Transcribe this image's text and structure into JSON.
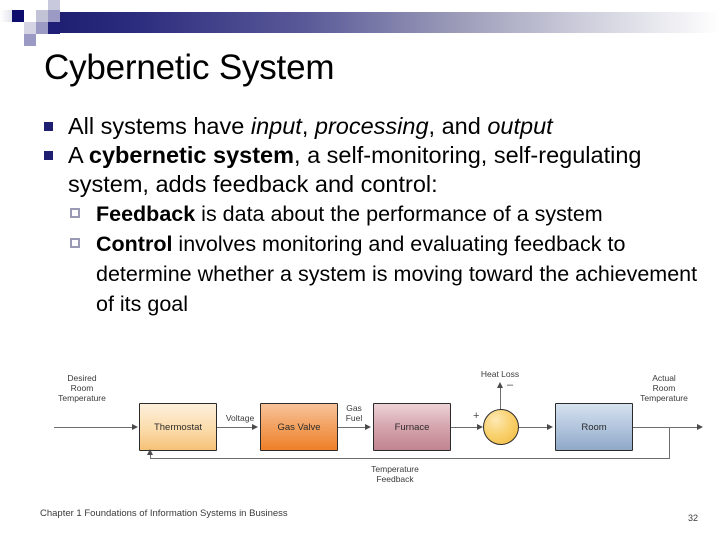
{
  "slide": {
    "title": "Cybernetic System",
    "accent_color": "#1f1f72",
    "bullets": [
      {
        "level": 1,
        "marker": "filled-square",
        "runs": [
          {
            "text": "All systems have ",
            "style": "normal"
          },
          {
            "text": "input",
            "style": "italic"
          },
          {
            "text": ", ",
            "style": "normal"
          },
          {
            "text": "processing",
            "style": "italic"
          },
          {
            "text": ", and ",
            "style": "normal"
          },
          {
            "text": "output",
            "style": "italic"
          }
        ]
      },
      {
        "level": 1,
        "marker": "filled-square",
        "runs": [
          {
            "text": "A ",
            "style": "normal"
          },
          {
            "text": "cybernetic system",
            "style": "bold"
          },
          {
            "text": ", a self-monitoring, self-regulating system, adds feedback and control:",
            "style": "normal"
          }
        ]
      },
      {
        "level": 2,
        "marker": "hollow-square",
        "runs": [
          {
            "text": "Feedback",
            "style": "bold"
          },
          {
            "text": " is data about the performance of a system",
            "style": "normal"
          }
        ]
      },
      {
        "level": 2,
        "marker": "hollow-square",
        "runs": [
          {
            "text": "Control",
            "style": "bold"
          },
          {
            "text": " involves monitoring and evaluating feedback to determine whether a system is moving toward the achievement of its goal",
            "style": "normal"
          }
        ]
      }
    ]
  },
  "diagram": {
    "boxes": [
      {
        "id": "thermostat",
        "label": "Thermostat",
        "color": "#fbdcab"
      },
      {
        "id": "gas-valve",
        "label": "Gas Valve",
        "color": "#f3a464"
      },
      {
        "id": "furnace",
        "label": "Furnace",
        "color": "#d6a4ae"
      },
      {
        "id": "room",
        "label": "Room",
        "color": "#afc3dc"
      }
    ],
    "summing_node": {
      "id": "summing-junction",
      "color": "#f9d271",
      "plus": "+",
      "minus": "–"
    },
    "labels": {
      "desired_room_temperature": "Desired\nRoom\nTemperature",
      "voltage": "Voltage",
      "gas_fuel": "Gas\nFuel",
      "heat_loss": "Heat Loss",
      "actual_room_temperature": "Actual\nRoom\nTemperature",
      "temperature_feedback": "Temperature\nFeedback"
    }
  },
  "footer": {
    "text": "Chapter 1 Foundations of Information Systems in Business",
    "page_number": "32"
  }
}
